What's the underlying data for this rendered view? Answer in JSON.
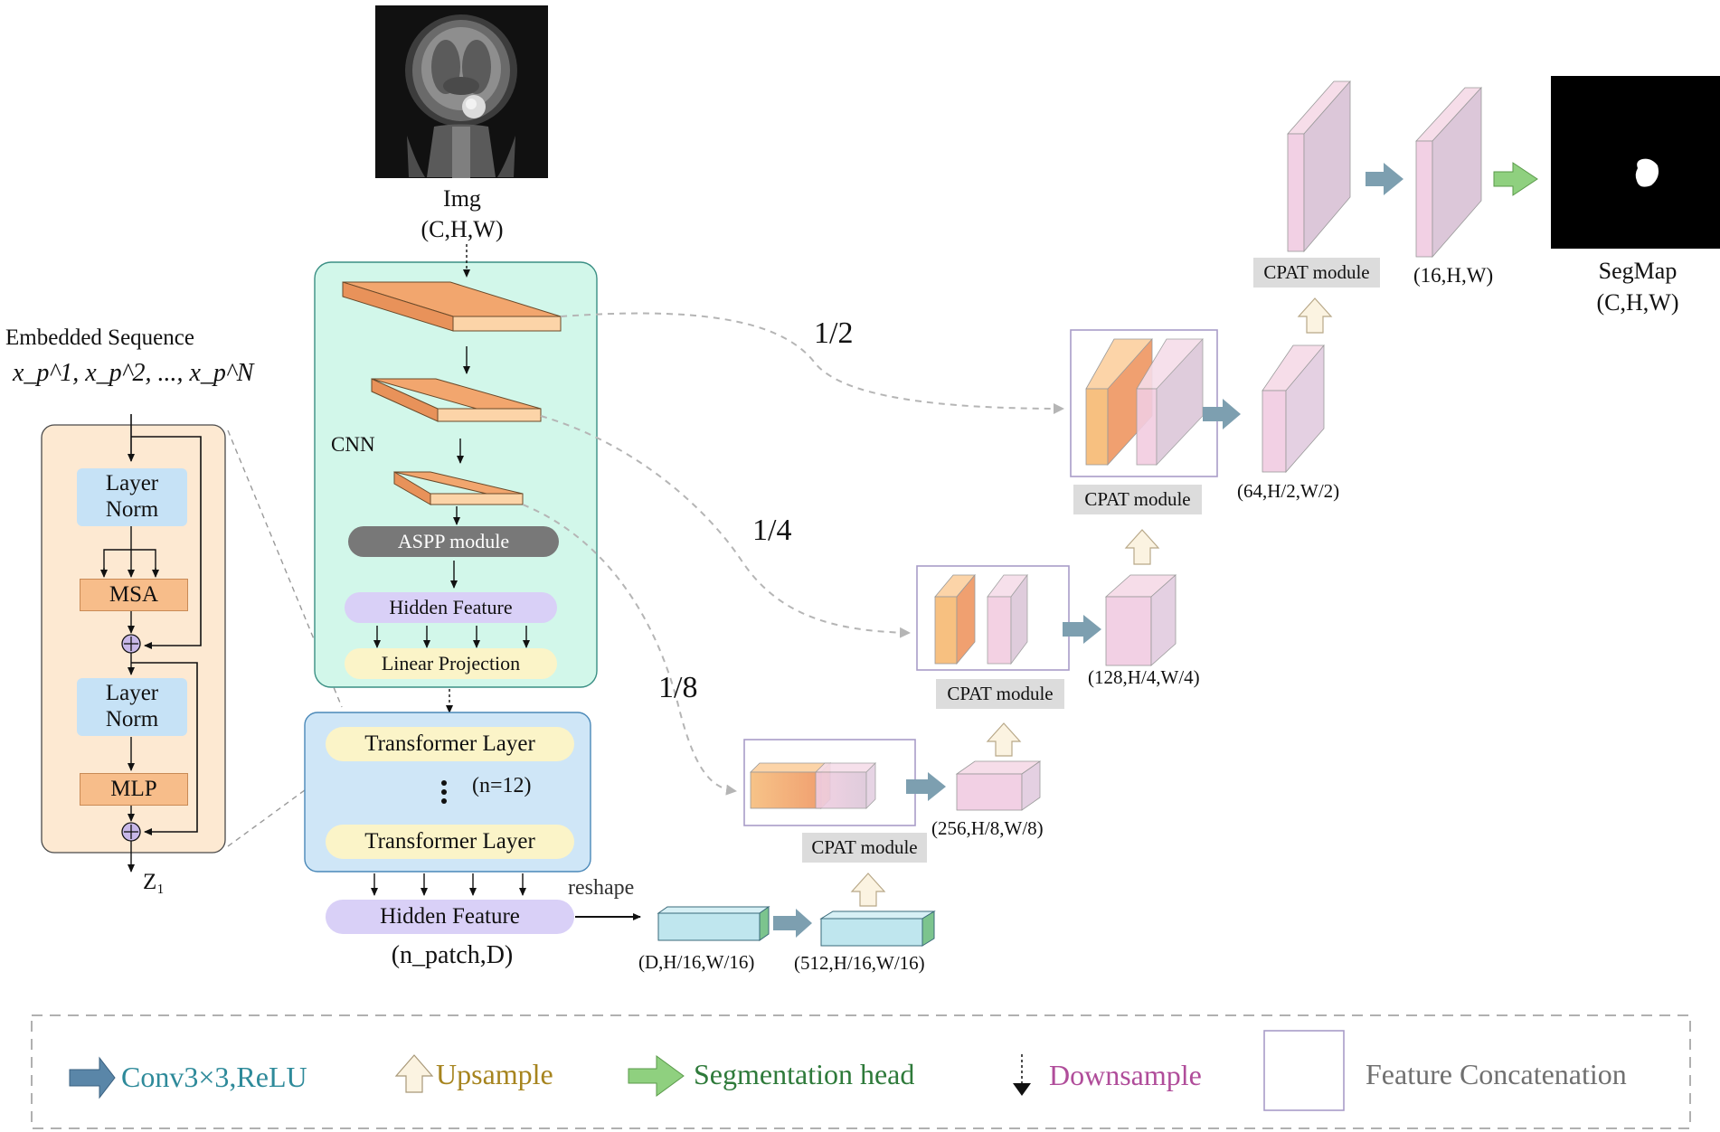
{
  "input": {
    "label": "Img",
    "shape": "(C,H,W)"
  },
  "output": {
    "label": "SegMap",
    "shape": "(C,H,W)"
  },
  "encoder_block": {
    "title": "Embedded Sequence",
    "sequence": "x_p^1, x_p^2, ..., x_p^N",
    "layer_norm_1": "Layer Norm",
    "msa": "MSA",
    "layer_norm_2": "Layer Norm",
    "mlp": "MLP",
    "output_symbol": "Z₁"
  },
  "cnn": {
    "label": "CNN",
    "aspp": "ASPP module",
    "hidden_feature": "Hidden Feature",
    "linear_projection": "Linear Projection"
  },
  "transformer": {
    "layer_top": "Transformer Layer",
    "repeat": "(n=12)",
    "layer_bottom": "Transformer Layer",
    "hidden_feature": "Hidden Feature",
    "hidden_shape": "(n_patch,D)",
    "reshape": "reshape"
  },
  "skip_scales": {
    "half": "1/2",
    "quarter": "1/4",
    "eighth": "1/8"
  },
  "decoder": {
    "shape_d16": "(D,H/16,W/16)",
    "shape_512": "(512,H/16,W/16)",
    "cpat_1": "CPAT module",
    "shape_256": "(256,H/8,W/8)",
    "cpat_2": "CPAT module",
    "shape_128": "(128,H/4,W/4)",
    "cpat_3": "CPAT module",
    "shape_64": "(64,H/2,W/2)",
    "cpat_4": "CPAT module",
    "shape_16": "(16,H,W)"
  },
  "legend": {
    "conv": "Conv3×3,ReLU",
    "upsample": "Upsample",
    "seg_head": "Segmentation head",
    "downsample": "Downsample",
    "concat": "Feature Concatenation"
  },
  "colors": {
    "conv": "#2e8a9a",
    "upsample": "#a6841e",
    "seg_head": "#2e7a3a",
    "downsample": "#b04d9a",
    "concat": "#707070"
  }
}
